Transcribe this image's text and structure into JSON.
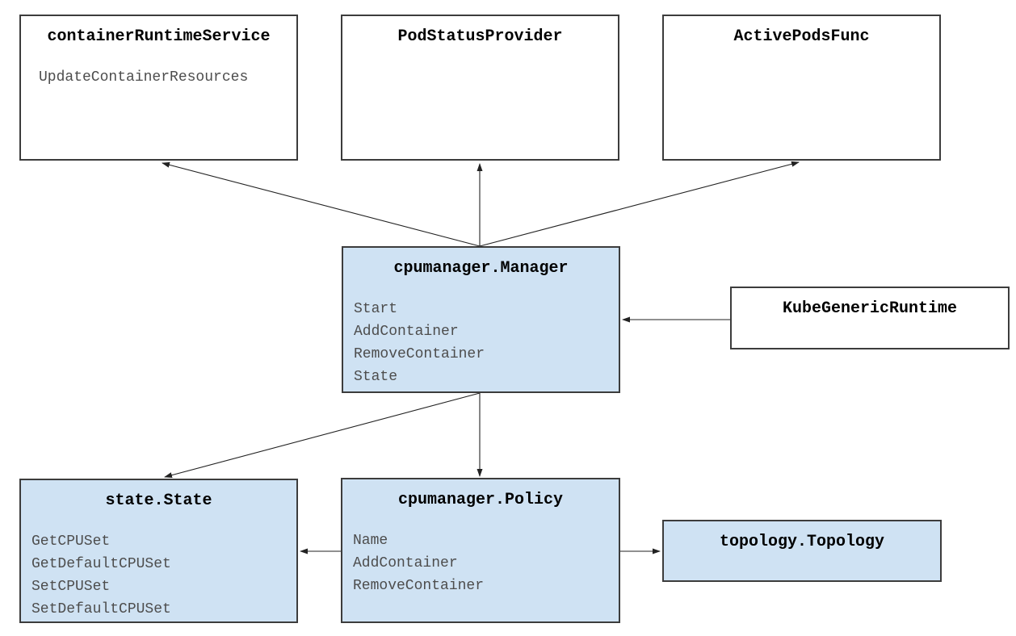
{
  "diagram": {
    "boxes": [
      {
        "title": "containerRuntimeService",
        "methods": [
          "UpdateContainerResources"
        ],
        "fill": "#ffffff"
      },
      {
        "title": "PodStatusProvider",
        "methods": [],
        "fill": "#ffffff"
      },
      {
        "title": "ActivePodsFunc",
        "methods": [],
        "fill": "#ffffff"
      },
      {
        "title": "cpumanager.Manager",
        "methods": [
          "Start",
          "AddContainer",
          "RemoveContainer",
          "State"
        ],
        "fill": "#cfe2f3"
      },
      {
        "title": "KubeGenericRuntime",
        "methods": [],
        "fill": "#ffffff"
      },
      {
        "title": "state.State",
        "methods": [
          "GetCPUSet",
          "GetDefaultCPUSet",
          "SetCPUSet",
          "SetDefaultCPUSet"
        ],
        "fill": "#cfe2f3"
      },
      {
        "title": "cpumanager.Policy",
        "methods": [
          "Name",
          "AddContainer",
          "RemoveContainer"
        ],
        "fill": "#cfe2f3"
      },
      {
        "title": "topology.Topology",
        "methods": [],
        "fill": "#cfe2f3"
      }
    ],
    "edges": [
      {
        "from": "cpumanager.Manager",
        "to": "containerRuntimeService"
      },
      {
        "from": "cpumanager.Manager",
        "to": "PodStatusProvider"
      },
      {
        "from": "cpumanager.Manager",
        "to": "ActivePodsFunc"
      },
      {
        "from": "KubeGenericRuntime",
        "to": "cpumanager.Manager"
      },
      {
        "from": "cpumanager.Manager",
        "to": "state.State"
      },
      {
        "from": "cpumanager.Manager",
        "to": "cpumanager.Policy"
      },
      {
        "from": "cpumanager.Policy",
        "to": "state.State"
      },
      {
        "from": "cpumanager.Policy",
        "to": "topology.Topology"
      }
    ],
    "colors": {
      "box_fill_blue": "#cfe2f3",
      "box_fill_white": "#ffffff",
      "border": "#3c3c3c",
      "line": "#222222",
      "title_text": "#000000",
      "method_text": "#4d4d4d"
    }
  }
}
